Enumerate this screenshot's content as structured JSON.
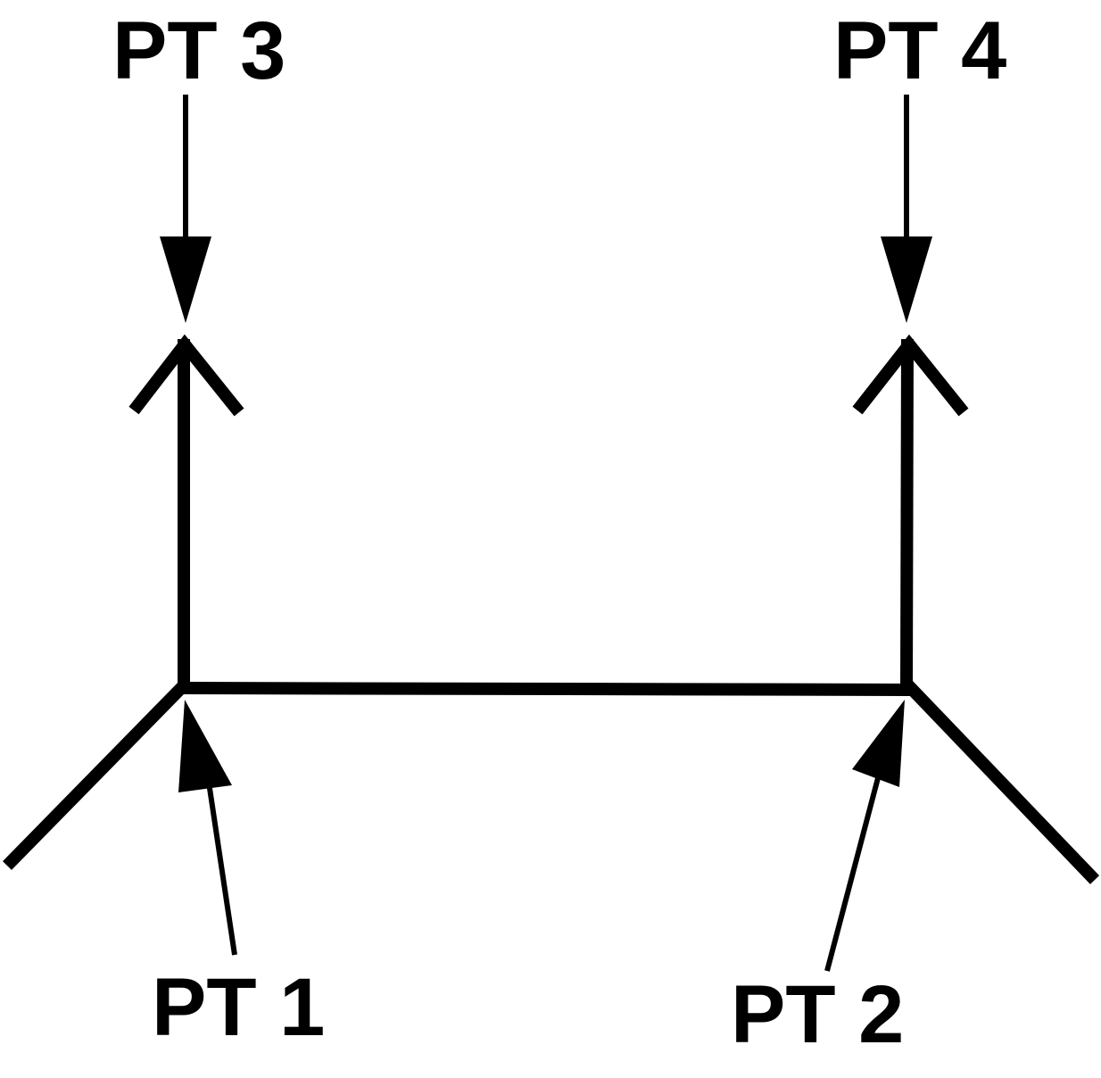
{
  "labels": {
    "pt1": "PT 1",
    "pt2": "PT 2",
    "pt3": "PT 3",
    "pt4": "PT 4"
  },
  "colors": {
    "ink": "#000000",
    "background": "#ffffff"
  }
}
